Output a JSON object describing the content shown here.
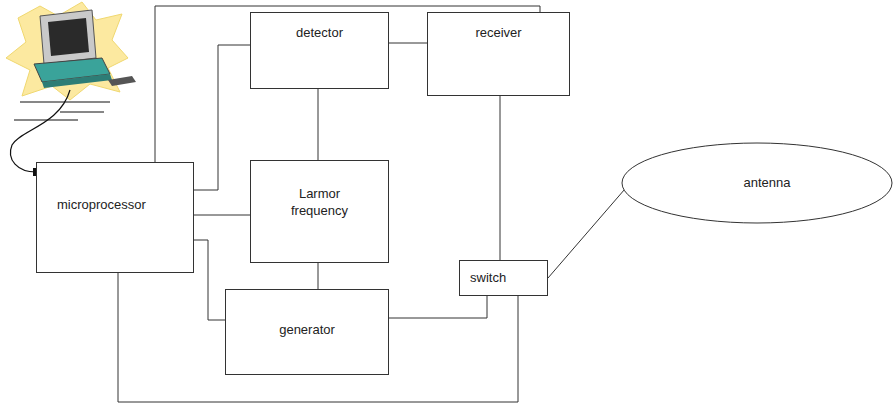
{
  "diagram": {
    "nodes": [
      {
        "text": [
          "detector"
        ]
      },
      {
        "text": [
          "receiver"
        ]
      },
      {
        "text": [
          "microprocessor"
        ]
      },
      {
        "text": [
          "Larmor frequency"
        ]
      },
      {
        "text": [
          "generator"
        ]
      },
      {
        "text": [
          "switch"
        ]
      },
      {
        "text": [
          "antenna"
        ]
      }
    ],
    "edges": [
      {
        "from": 2,
        "to": 0,
        "arrow": "none"
      },
      {
        "from": 2,
        "to": 1,
        "arrow": "none"
      },
      {
        "from": 2,
        "to": 3,
        "arrow": "none"
      },
      {
        "from": 2,
        "to": 4,
        "arrow": "none"
      },
      {
        "from": 2,
        "to": 5,
        "arrow": "none"
      },
      {
        "from": 0,
        "to": 1,
        "arrow": "none"
      },
      {
        "from": 0,
        "to": 3,
        "arrow": "none"
      },
      {
        "from": 3,
        "to": 4,
        "arrow": "none"
      },
      {
        "from": 1,
        "to": 5,
        "arrow": "none"
      },
      {
        "from": 4,
        "to": 5,
        "arrow": "none"
      },
      {
        "from": 5,
        "to": 6,
        "arrow": "none"
      }
    ]
  }
}
